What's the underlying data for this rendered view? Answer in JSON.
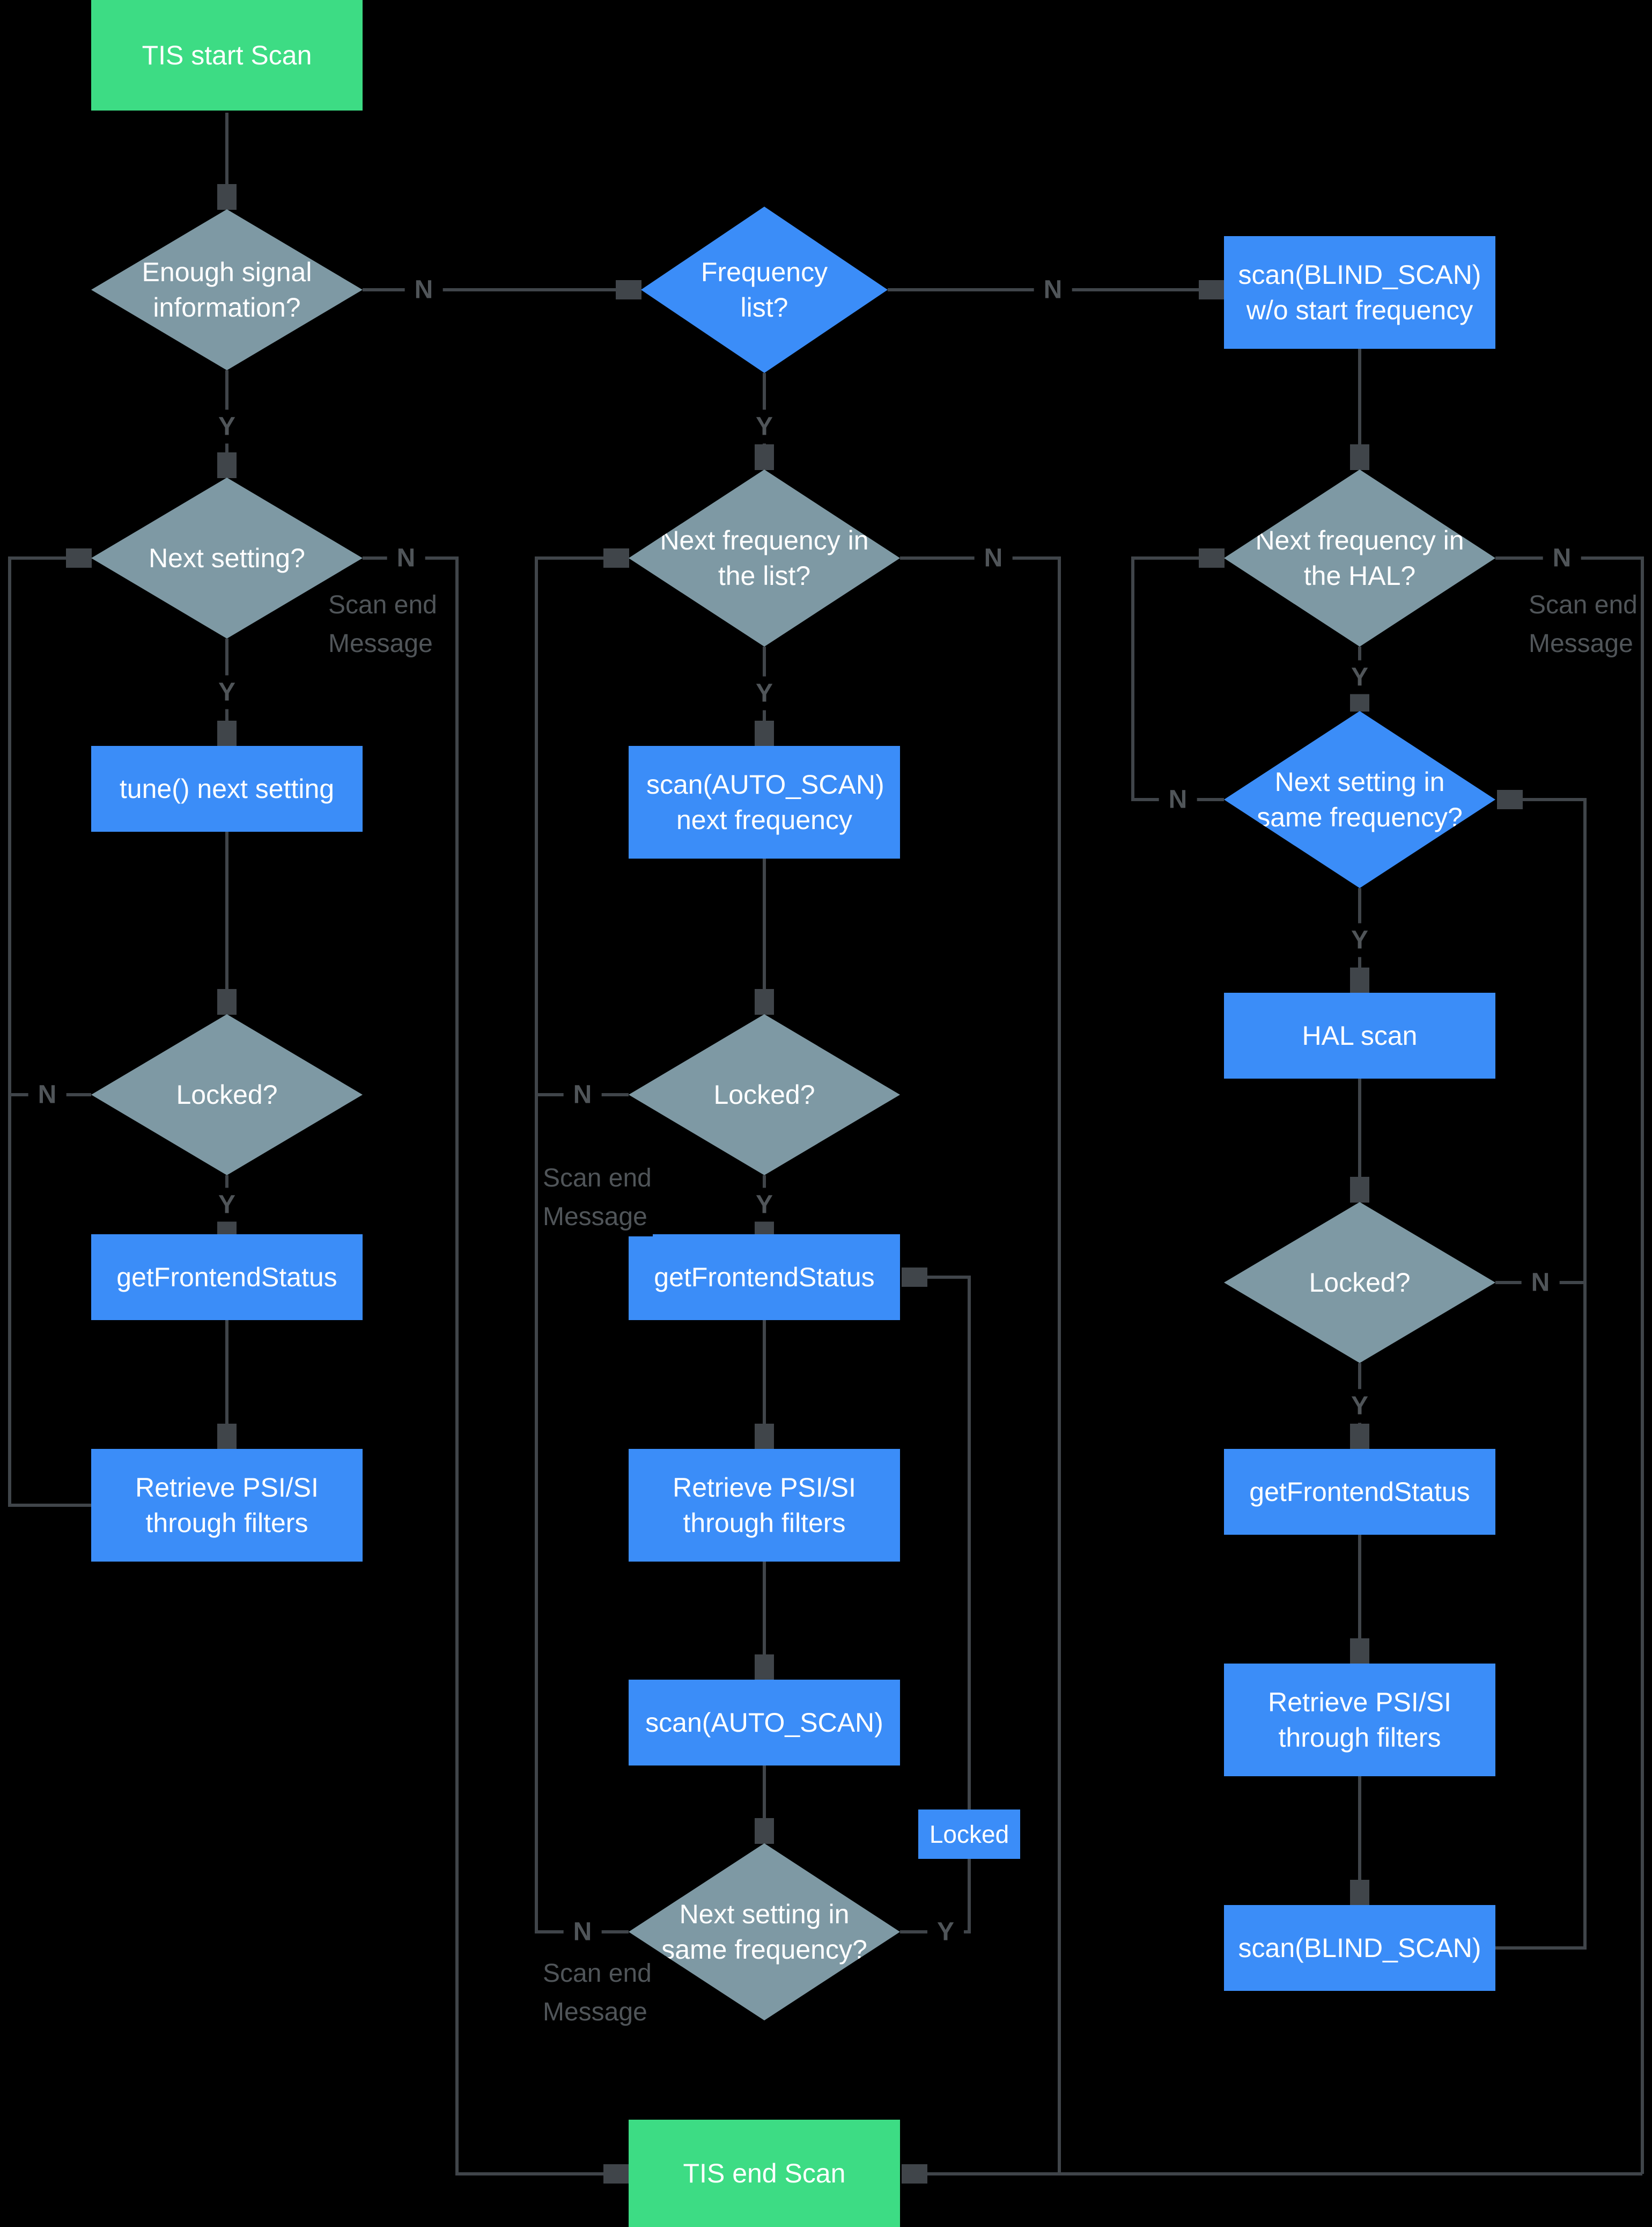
{
  "diagram": {
    "colors": {
      "background": "#000000",
      "terminal": "#3ddc84",
      "process": "#3b8df8",
      "decision": "#7e99a4",
      "decision_accent": "#3b8df8",
      "line": "#40454a",
      "edge_label": "#505559",
      "node_text": "#ffffff"
    },
    "nodes": {
      "start": {
        "label": "TIS start Scan",
        "type": "terminal"
      },
      "enough_signal": {
        "label": "Enough signal information?",
        "type": "decision"
      },
      "next_setting": {
        "label": "Next setting?",
        "type": "decision"
      },
      "tune_next_setting": {
        "label": "tune() next setting",
        "type": "process"
      },
      "locked_left": {
        "label": "Locked?",
        "type": "decision"
      },
      "get_frontend_status_left": {
        "label": "getFrontendStatus",
        "type": "process"
      },
      "retrieve_psi_left": {
        "label": "Retrieve PSI/SI through filters",
        "type": "process"
      },
      "frequency_list": {
        "label": "Frequency list?",
        "type": "decision"
      },
      "next_frequency_list": {
        "label": "Next frequency in the list?",
        "type": "decision"
      },
      "scan_auto_next_frequency": {
        "label": "scan(AUTO_SCAN) next frequency",
        "type": "process"
      },
      "locked_middle": {
        "label": "Locked?",
        "type": "decision"
      },
      "get_frontend_status_middle": {
        "label": "getFrontendStatus",
        "type": "process"
      },
      "retrieve_psi_middle": {
        "label": "Retrieve PSI/SI through filters",
        "type": "process"
      },
      "scan_auto": {
        "label": "scan(AUTO_SCAN)",
        "type": "process"
      },
      "next_setting_same_freq_middle": {
        "label": "Next setting in same frequency?",
        "type": "decision"
      },
      "locked_tag": {
        "label": "Locked",
        "type": "label-tag"
      },
      "scan_blind_wo_start": {
        "label": "scan(BLIND_SCAN) w/o start frequency",
        "type": "process"
      },
      "next_frequency_hal": {
        "label": "Next frequency in the HAL?",
        "type": "decision"
      },
      "next_setting_same_freq_right": {
        "label": "Next setting in same frequency?",
        "type": "decision"
      },
      "hal_scan": {
        "label": "HAL scan",
        "type": "process"
      },
      "locked_right": {
        "label": "Locked?",
        "type": "decision"
      },
      "get_frontend_status_right": {
        "label": "getFrontendStatus",
        "type": "process"
      },
      "retrieve_psi_right": {
        "label": "Retrieve PSI/SI through filters",
        "type": "process"
      },
      "scan_blind": {
        "label": "scan(BLIND_SCAN)",
        "type": "process"
      },
      "end": {
        "label": "TIS end Scan",
        "type": "terminal"
      }
    },
    "edge_labels": {
      "yes": "Y",
      "no": "N",
      "scan_end_message": "Scan end Message"
    }
  }
}
